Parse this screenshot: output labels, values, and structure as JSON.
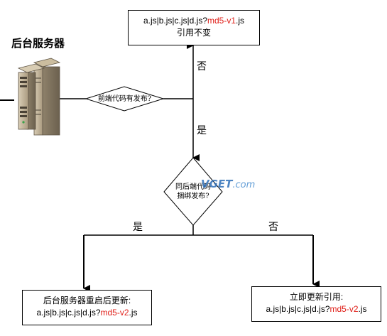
{
  "server": {
    "title": "后台服务器"
  },
  "nodes": {
    "top_box": {
      "line1_prefix": "a.js|b.js|c.js|d.js?",
      "line1_version": "md5-v1",
      "line1_suffix": ".js",
      "line2": "引用不变"
    },
    "decision1": {
      "text": "前端代码有发布?"
    },
    "decision2": {
      "line1": "同后端代码",
      "line2": "捆绑发布?"
    },
    "left_box": {
      "line1": "后台服务器重启后更新:",
      "line2_prefix": "a.js|b.js|c.js|d.js?",
      "line2_version": "md5-v2",
      "line2_suffix": ".js"
    },
    "right_box": {
      "line1": "立即更新引用:",
      "line2_prefix": "a.js|b.js|c.js|d.js?",
      "line2_version": "md5-v2",
      "line2_suffix": ".js"
    }
  },
  "edge_labels": {
    "no_up": "否",
    "yes_down": "是",
    "yes_left": "是",
    "no_right": "否"
  },
  "watermark": {
    "brand": "VGET",
    "suffix": ".com"
  },
  "colors": {
    "accent_version": "#e0201a",
    "watermark": "#2f6fb8",
    "lines": "#000000"
  }
}
